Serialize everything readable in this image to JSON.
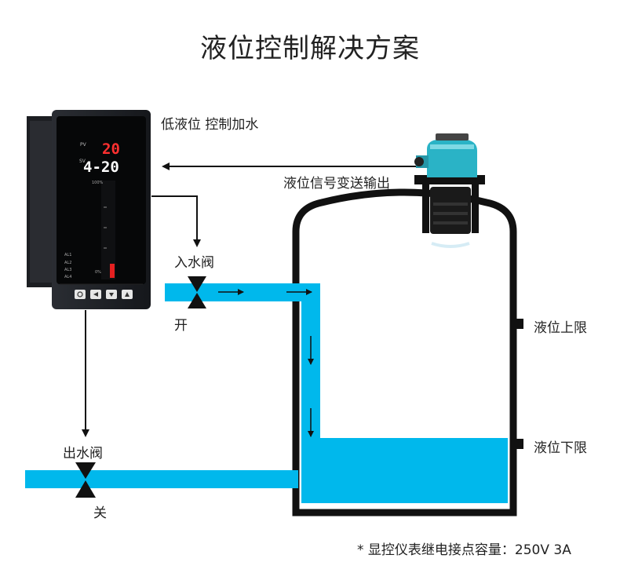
{
  "title": "液位控制解决方案",
  "labels": {
    "low_level_fill": "低液位 控制加水",
    "signal_output": "液位信号变送输出",
    "inlet_valve": "入水阀",
    "inlet_state": "开",
    "outlet_valve": "出水阀",
    "outlet_state": "关",
    "upper_limit": "液位上限",
    "lower_limit": "液位下限"
  },
  "controller": {
    "pv_label": "PV",
    "pv_value": "20",
    "sv_label": "SV",
    "sv_value": "4-20",
    "scale_top": "100%",
    "scale_bottom": "0%",
    "alarms": [
      "AL1",
      "AL2",
      "AL3",
      "AL4"
    ]
  },
  "note": "* 显控仪表继电接点容量：250V 3A",
  "colors": {
    "water": "#00b8ec",
    "outline": "#111111",
    "sensor": "#2ab3c6",
    "pv_digits": "#ff3030",
    "sv_digits": "#ffffff"
  }
}
